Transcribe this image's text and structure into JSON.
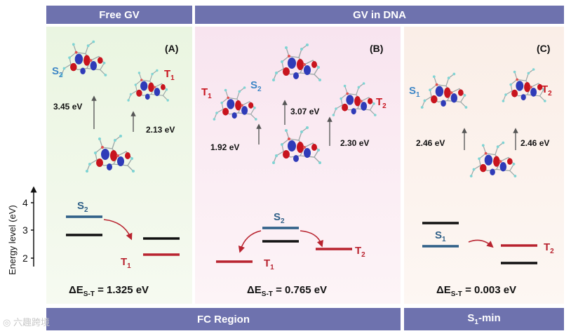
{
  "headers": {
    "free_gv": "Free GV",
    "gv_in_dna": "GV in DNA",
    "fc_region": "FC Region",
    "s1_min_prefix": "S",
    "s1_min_sub": "1",
    "s1_min_suffix": "-min"
  },
  "panels": {
    "a": {
      "tag": "(A)",
      "up_s": "3.45 eV",
      "up_t": "2.13 eV",
      "s_label": "S",
      "s_sub": "2",
      "t_label": "T",
      "t_sub": "1"
    },
    "b": {
      "tag": "(B)",
      "t1_ev": "1.92 eV",
      "s2_ev": "3.07 eV",
      "t2_ev": "2.30 eV",
      "t1_label": "T",
      "t1_sub": "1",
      "s2_label": "S",
      "s2_sub": "2",
      "t2_label": "T",
      "t2_sub": "2"
    },
    "c": {
      "tag": "(C)",
      "s1_ev": "2.46 eV",
      "t2_ev": "2.46 eV",
      "s_label": "S",
      "s_sub": "1",
      "t_label": "T",
      "t_sub": "2"
    }
  },
  "energy_axis": {
    "label": "Energy level (eV)",
    "ticks": [
      "2",
      "3",
      "4"
    ]
  },
  "levels": {
    "a": {
      "s_label": "S",
      "s_sub": "2",
      "t_label": "T",
      "t_sub": "1"
    },
    "b": {
      "s_label": "S",
      "s_sub": "2",
      "t1_label": "T",
      "t1_sub": "1",
      "t2_label": "T",
      "t2_sub": "2"
    },
    "c": {
      "s_label": "S",
      "s_sub": "1",
      "t_label": "T",
      "t_sub": "2"
    }
  },
  "gaps": {
    "a": {
      "prefix": "ΔE",
      "sub": "S-T",
      "value": " = 1.325 eV"
    },
    "b": {
      "prefix": "ΔE",
      "sub": "S-T",
      "value": " = 0.765 eV"
    },
    "c": {
      "prefix": "ΔE",
      "sub": "S-T",
      "value": " = 0.003 eV"
    }
  },
  "watermark": "六趣跨境",
  "colors": {
    "header": "#6e72ae",
    "singlet": "#2e5f87",
    "triplet": "#b8232f",
    "orbital_blue": "#1f2fb0",
    "orbital_red": "#c8141e",
    "label_blue": "#3d86c6",
    "label_red": "#c8141e"
  }
}
